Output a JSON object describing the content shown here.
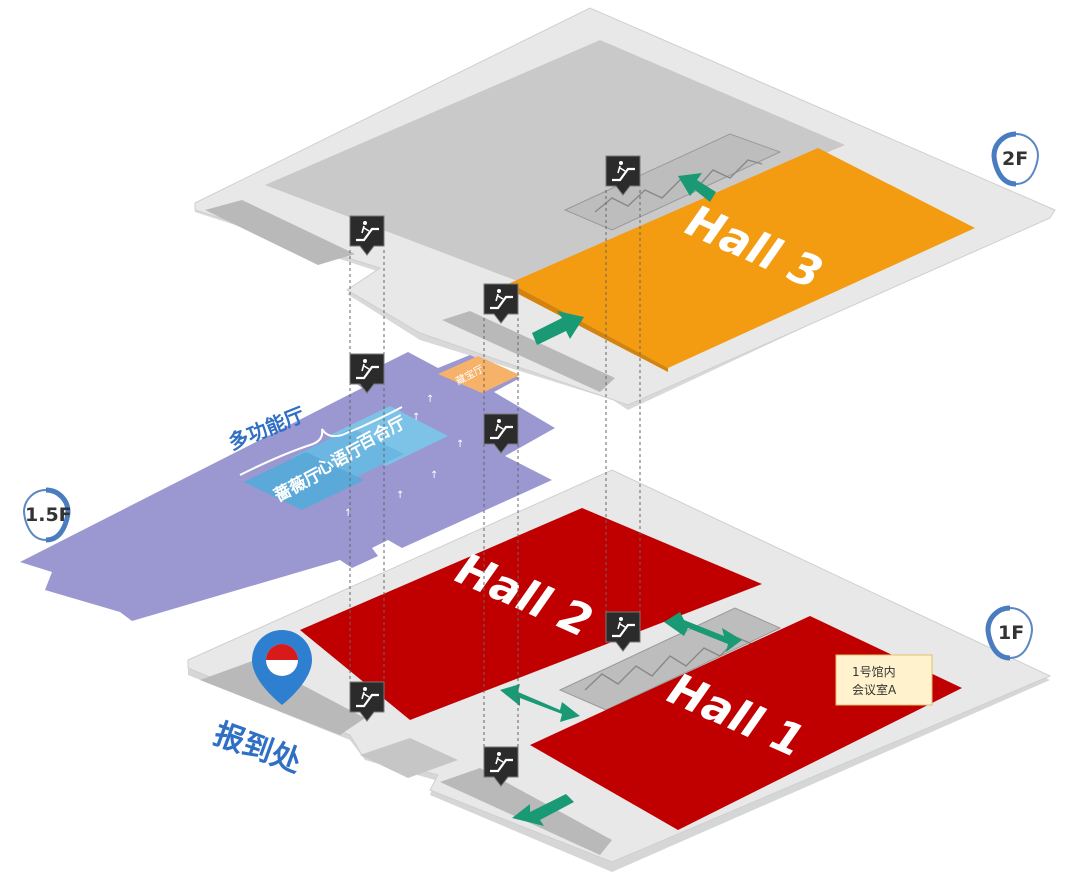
{
  "map": {
    "floors": {
      "f2": {
        "tag": "2F",
        "hall": "Hall 3"
      },
      "f15": {
        "tag": "1.5F",
        "group_label": "多功能厅",
        "rooms": [
          "百合厅",
          "心语厅",
          "蔷薇厅"
        ],
        "small_room": "藏宝厅"
      },
      "f1": {
        "tag": "1F",
        "halls": [
          "Hall 2",
          "Hall 1"
        ],
        "note_line1": "1号馆内",
        "note_line2": "会议室A"
      }
    },
    "registration_label": "报到处"
  },
  "colors": {
    "hall3": "#f39c12",
    "hall_red": "#c00000",
    "floor15": "#9b97d1",
    "room_blue": "#6bb7e1",
    "arrow": "#1a9a74",
    "pin_blue": "#2f7fd0"
  },
  "icons": [
    "escalator-icon",
    "location-pin-icon",
    "floor-marker-icon",
    "arrow-icon"
  ]
}
